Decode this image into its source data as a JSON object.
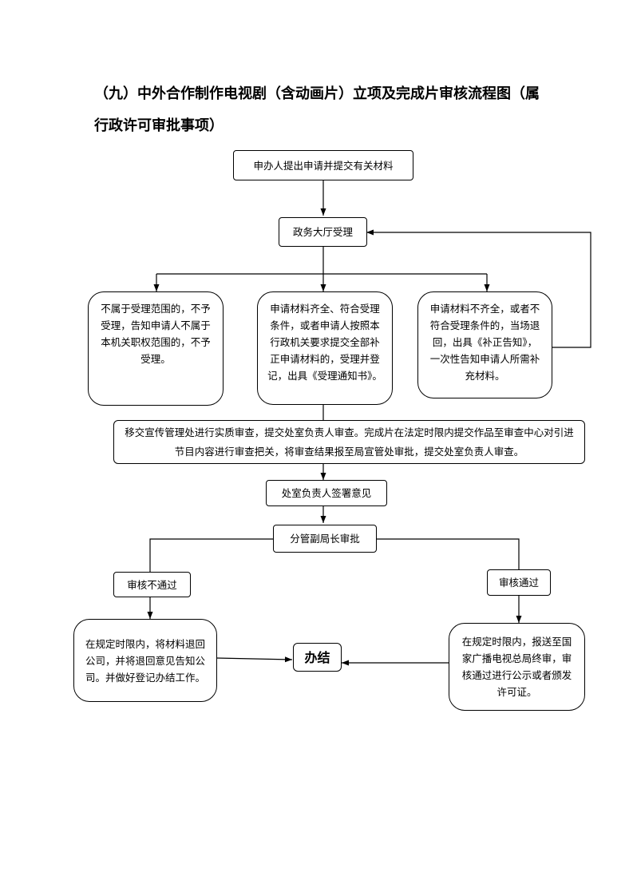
{
  "title": {
    "line1": "（九）中外合作制作电视剧（含动画片）立项及完成片审核流程图（属",
    "line2": "行政许可审批事项）"
  },
  "nodes": {
    "apply": "申办人提出申请并提交有关材料",
    "accept_hall": "政务大厅受理",
    "not_in_scope": "不属于受理范围的，不予受理，告知申请人不属于本机关职权范围的，不予受理。",
    "complete_materials": "申请材料齐全、符合受理条件，或者申请人按照本行政机关要求提交全部补正申请材料的，受理并登记，出具《受理通知书》。",
    "incomplete_materials": "申请材料不齐全，或者不符合受理条件的，当场退回，出具《补正告知》，一次性告知申请人所需补充材料。",
    "substantive_review": "移交宣传管理处进行实质审查，提交处室负责人审查。完成片在法定时限内提交作品至审查中心对引进节目内容进行审查把关，将审查结果报至局宣管处审批，提交处室负责人审查。",
    "office_head_sign": "处室负责人签署意见",
    "deputy_approval": "分管副局长审批",
    "not_passed": "审核不通过",
    "passed": "审核通过",
    "return_materials": "在规定时限内，将材料退回公司，并将退回意见告知公司。并做好登记办结工作。",
    "report_sarft": "在规定时限内，报送至国家广播电视总局终审，审核通过进行公示或者颁发许可证。",
    "finish": "办结"
  }
}
